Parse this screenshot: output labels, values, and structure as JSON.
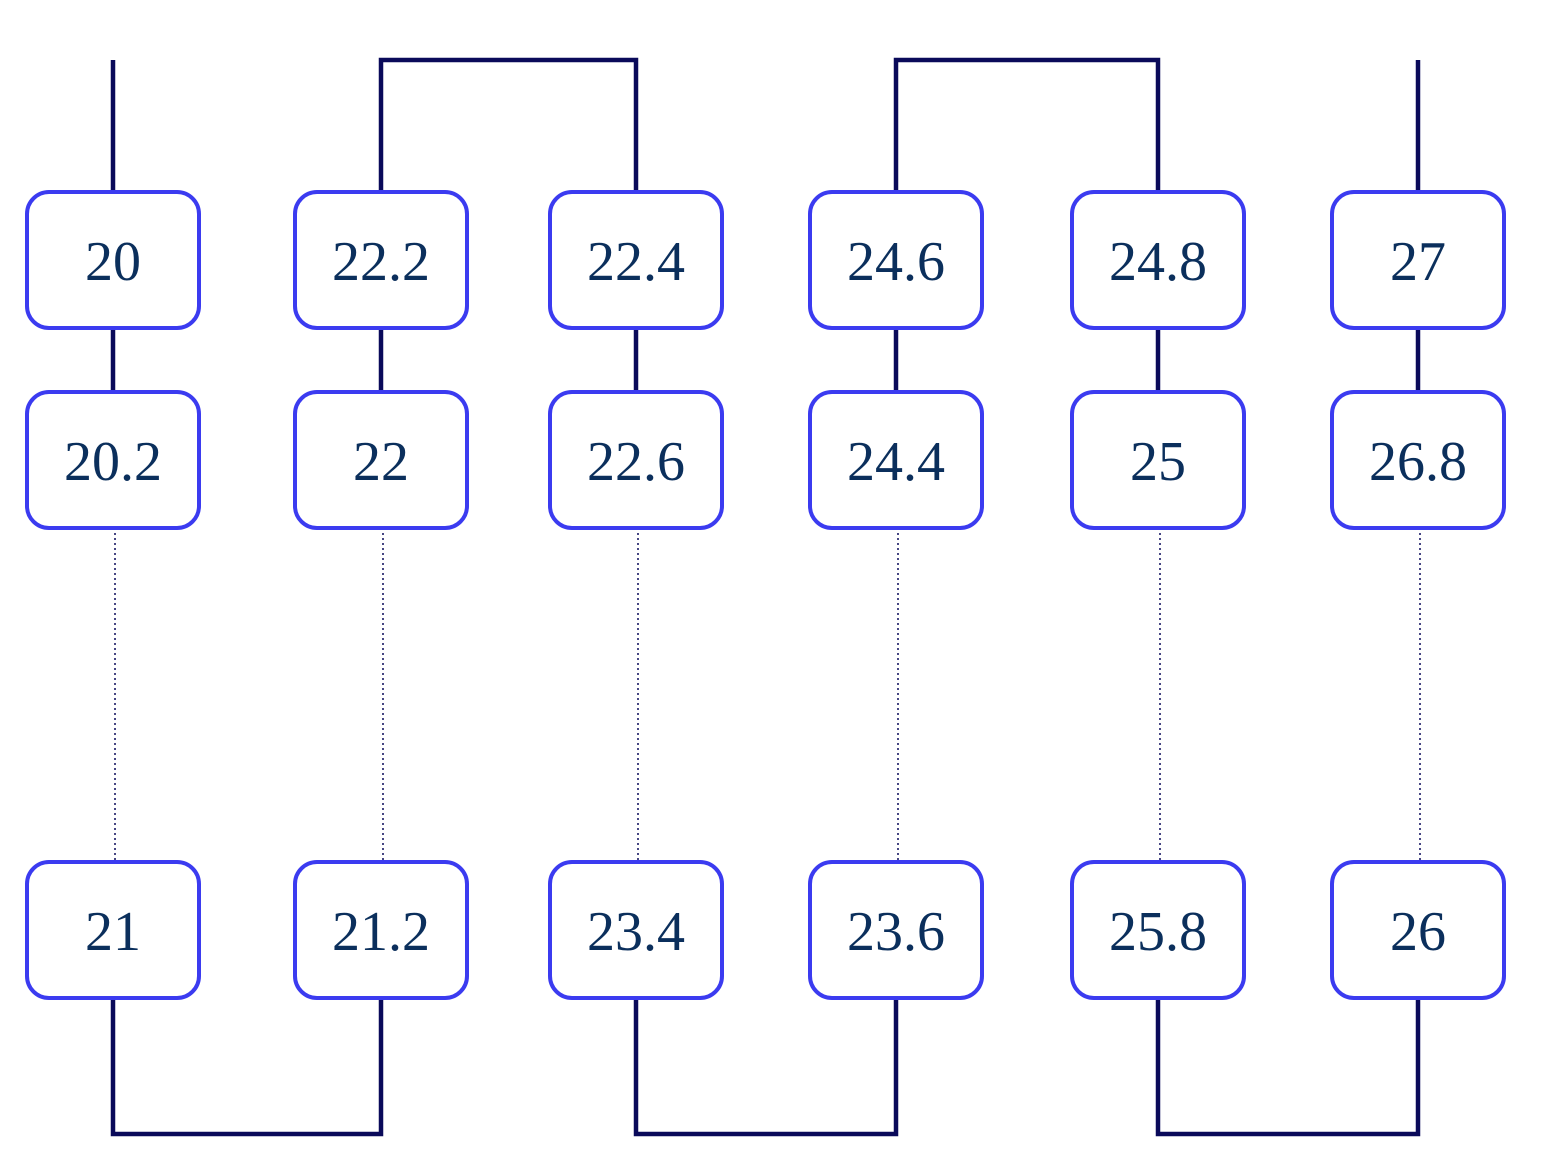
{
  "colors": {
    "box_stroke": "#3b3bf0",
    "label_text": "#0b2f5c",
    "wire": "#0a0a5a",
    "background": "#ffffff"
  },
  "columns": [
    {
      "top": "20",
      "middle": "20.2",
      "bottom": "21"
    },
    {
      "top": "22.2",
      "middle": "22",
      "bottom": "21.2"
    },
    {
      "top": "22.4",
      "middle": "22.6",
      "bottom": "23.4"
    },
    {
      "top": "24.6",
      "middle": "24.4",
      "bottom": "23.6"
    },
    {
      "top": "24.8",
      "middle": "25",
      "bottom": "25.8"
    },
    {
      "top": "27",
      "middle": "26.8",
      "bottom": "26"
    }
  ]
}
